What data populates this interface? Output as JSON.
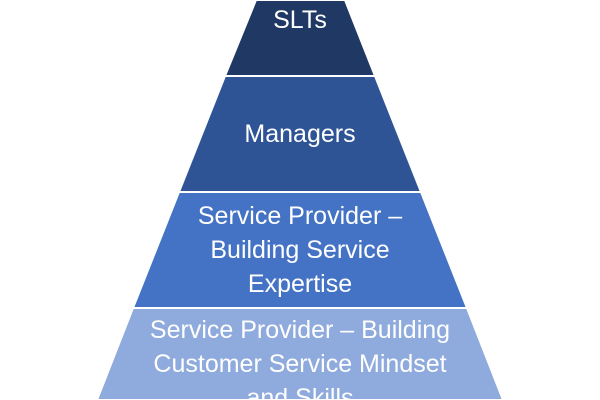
{
  "pyramid": {
    "tiers": [
      {
        "lines": [
          "SLTs"
        ],
        "color": "#203864"
      },
      {
        "lines": [
          "Managers"
        ],
        "color": "#2f5496"
      },
      {
        "lines": [
          "Service Provider –",
          "Building Service",
          "Expertise"
        ],
        "color": "#4472c4"
      },
      {
        "lines": [
          "Service Provider – Building",
          "Customer Service Mindset",
          "and Skills"
        ],
        "color": "#8faadc"
      }
    ]
  }
}
